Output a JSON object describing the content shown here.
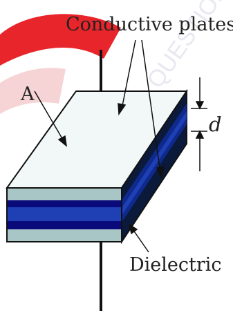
{
  "diagram": {
    "labels": {
      "plates": "Conductive plates",
      "area": "A",
      "distance": "d",
      "dielectric": "Dielectric"
    },
    "watermark": {
      "text": "QUESTIONS",
      "color": "#e8e8f0"
    },
    "colors": {
      "plate_top": "#f2f8f8",
      "plate_light": "#a9c6c6",
      "dielectric_dark": "#0a0a7a",
      "dielectric_mid": "#1f3fb5",
      "side_dark": "#0b1a3a",
      "side_stripe": "#0e2a8c",
      "outline": "#111111",
      "red_mark": "#e8252b",
      "red_soft": "#f6d4d6"
    }
  }
}
